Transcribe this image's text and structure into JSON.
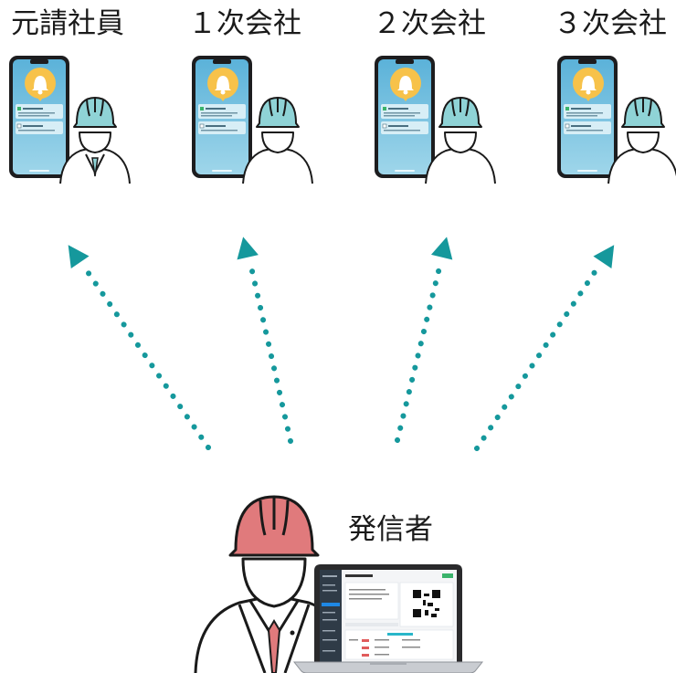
{
  "recipients": [
    {
      "label": "元請社員",
      "role": "prime-contractor-employee"
    },
    {
      "label": "１次会社",
      "role": "first-tier-subcontractor"
    },
    {
      "label": "２次会社",
      "role": "second-tier-subcontractor"
    },
    {
      "label": "３次会社",
      "role": "third-tier-subcontractor"
    }
  ],
  "sender": {
    "label": "発信者"
  },
  "colors": {
    "arrow": "#15989c",
    "recipient_helmet": "#8fd3d6",
    "sender_helmet": "#e07a7c",
    "phone_body": "#1d1d1f",
    "phone_screen_top": "#5bb2d9",
    "phone_screen_bottom": "#8fd0e8",
    "bell_bubble": "#f7c24a",
    "line": "#1a1a1a"
  },
  "icons": [
    "smartphone-icon",
    "bell-icon",
    "helmet-worker-icon",
    "laptop-icon",
    "qr-code-icon"
  ]
}
